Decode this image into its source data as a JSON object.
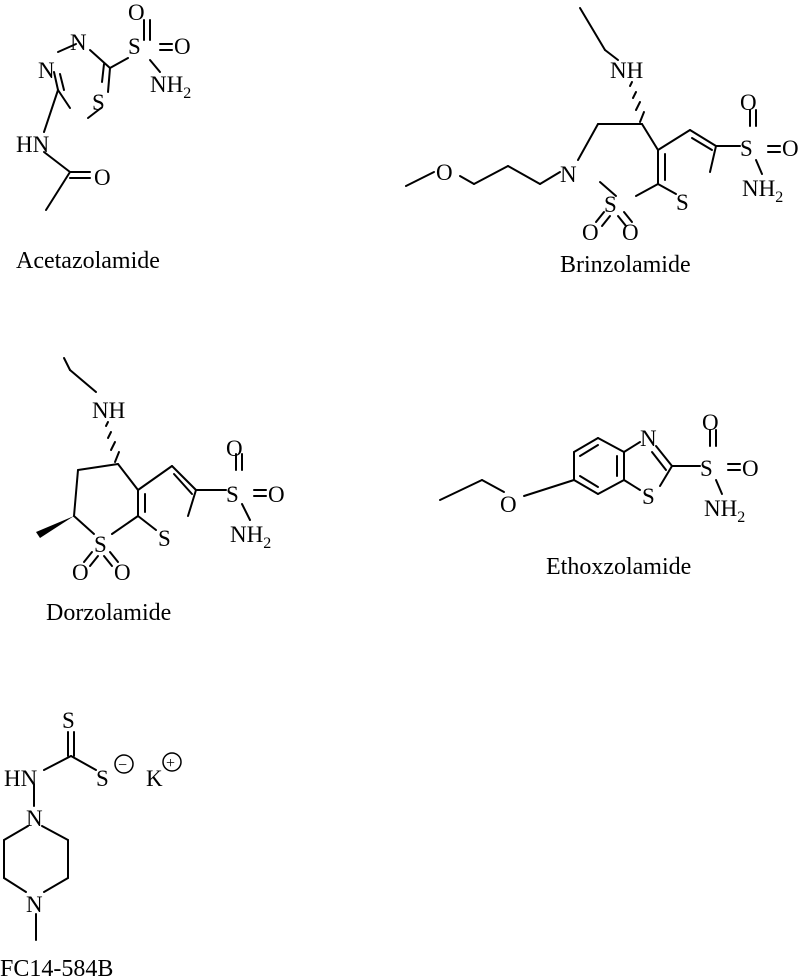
{
  "molecules": [
    {
      "name": "Acetazolamide",
      "atoms": {
        "n_top": "N",
        "n_left": "N",
        "s_ring": "S",
        "s_sulfonyl": "S",
        "o_right": "O",
        "o_top": "O",
        "nh2_main": "NH",
        "nh2_sub": "2",
        "hn": "HN",
        "o_carbonyl": "O"
      }
    },
    {
      "name": "Brinzolamide",
      "atoms": {
        "nh": "NH",
        "o_ether": "O",
        "n_ring": "N",
        "s_ring6": "S",
        "o_s1": "O",
        "o_s2": "O",
        "s_thio": "S",
        "s_sulfonyl": "S",
        "o_top": "O",
        "o_right": "O",
        "nh2_main": "NH",
        "nh2_sub": "2"
      }
    },
    {
      "name": "Dorzolamide",
      "atoms": {
        "nh": "NH",
        "s_ring6": "S",
        "o_s1": "O",
        "o_s2": "O",
        "s_thio": "S",
        "s_sulfonyl": "S",
        "o_top": "O",
        "o_right": "O",
        "nh2_main": "NH",
        "nh2_sub": "2"
      }
    },
    {
      "name": "Ethoxzolamide",
      "atoms": {
        "n": "N",
        "s_ring": "S",
        "o_ether": "O",
        "s_sulfonyl": "S",
        "o_top": "O",
        "o_right": "O",
        "nh2_main": "NH",
        "nh2_sub": "2"
      }
    },
    {
      "name": "FC14-584B",
      "atoms": {
        "s_thione": "S",
        "s_anion": "S",
        "charge_minus": "−",
        "k": "K",
        "charge_plus": "+",
        "hn": "HN",
        "n_top": "N",
        "n_bottom": "N"
      }
    }
  ]
}
